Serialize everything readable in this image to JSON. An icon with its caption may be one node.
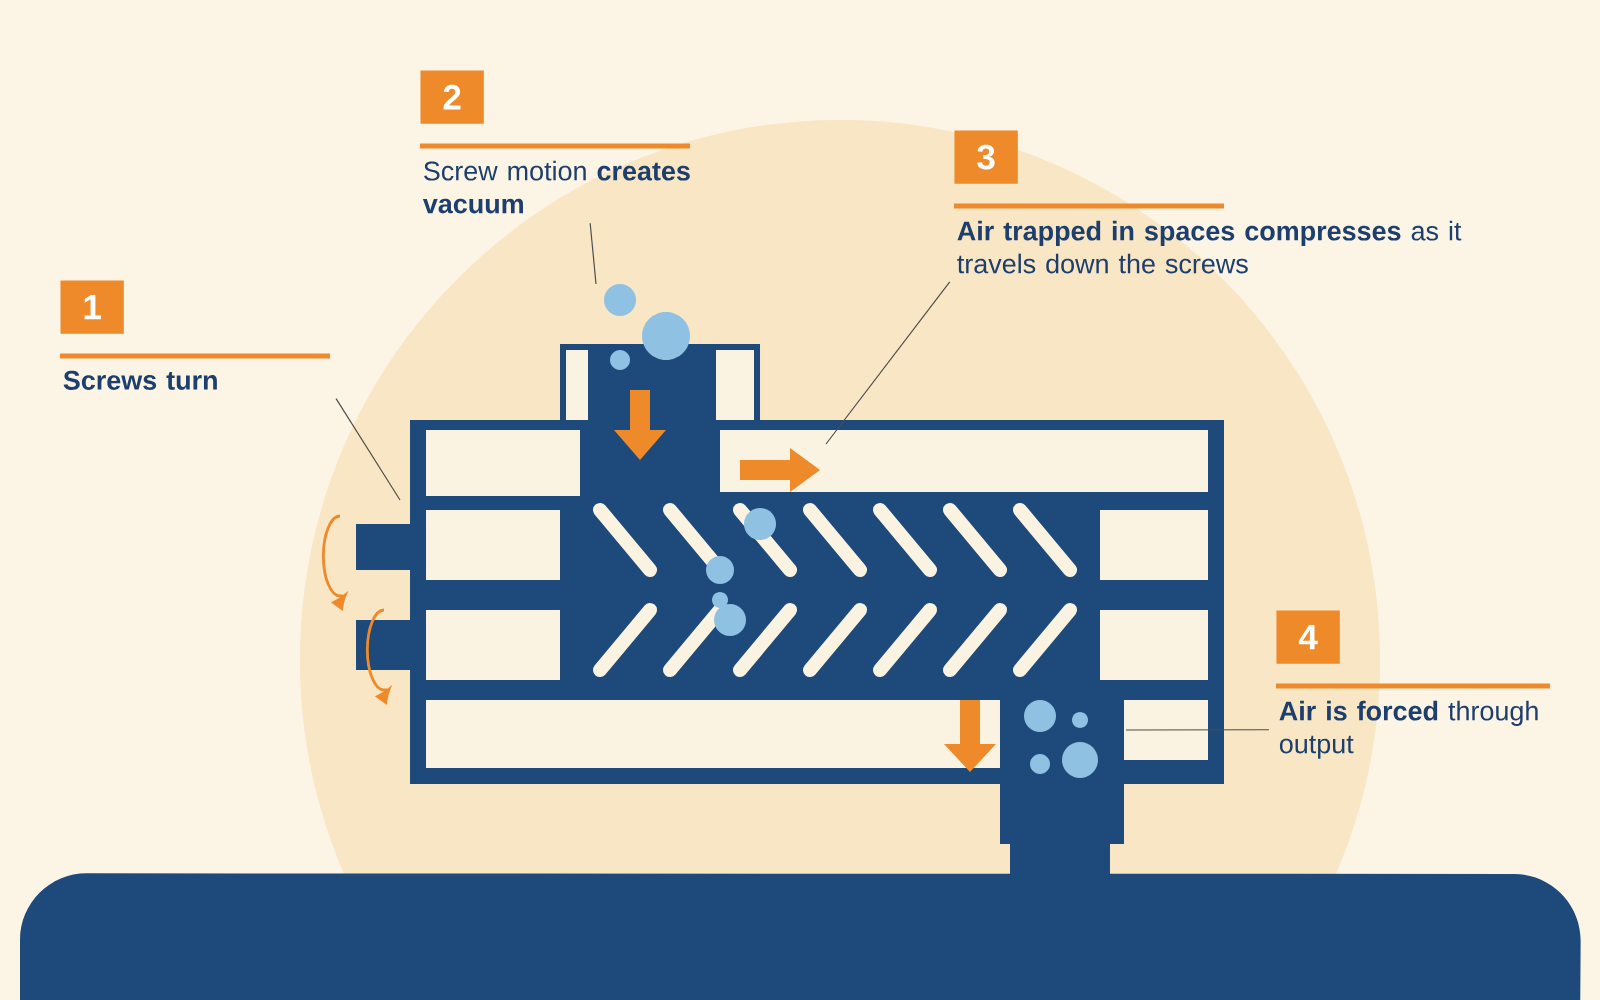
{
  "diagram": {
    "nodes": [
      {
        "text": [
          "1",
          "Screws turn"
        ]
      },
      {
        "text": [
          "2",
          "Screw motion **creates vacuum**"
        ]
      },
      {
        "text": [
          "3",
          "**Air trapped in spaces compresses** as it travels down the screws"
        ]
      },
      {
        "text": [
          "4",
          "**Air is forced** through output"
        ]
      }
    ],
    "edges": [
      {
        "from": 0,
        "to": null,
        "arrow": "none"
      },
      {
        "from": 1,
        "to": null,
        "arrow": "none"
      },
      {
        "from": 2,
        "to": null,
        "arrow": "none"
      },
      {
        "from": 3,
        "to": null,
        "arrow": "none"
      }
    ]
  }
}
